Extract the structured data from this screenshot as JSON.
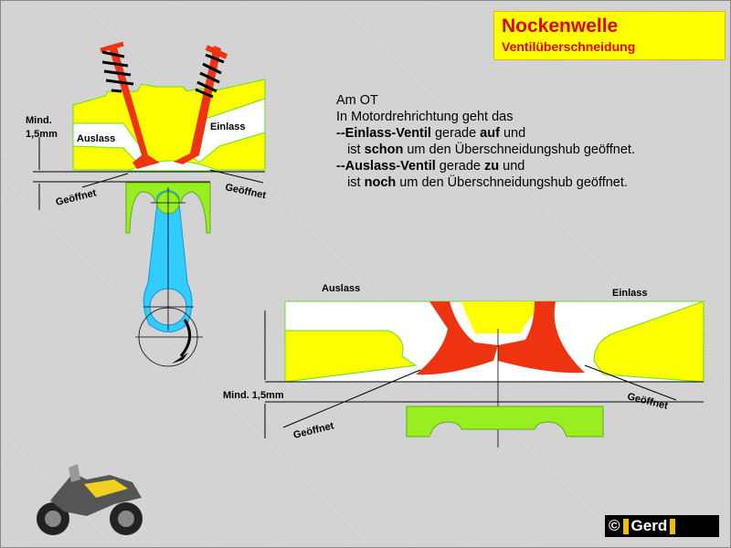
{
  "title": "Nockenwelle",
  "subtitle": "Ventilüberschneidung",
  "description": {
    "line1": "Am OT",
    "line2": "In Motordrehrichtung geht das",
    "line3_bold": "--Einlass-Ventil",
    "line3_mid": " gerade ",
    "line3_bold2": "auf",
    "line3_end": " und",
    "line4_pre": "   ist ",
    "line4_bold": "schon",
    "line4_end": " um den Überschneidungshub geöffnet.",
    "line5_bold": "--Auslass-Ventil",
    "line5_mid": " gerade ",
    "line5_bold2": "zu",
    "line5_end": " und",
    "line6_pre": "   ist ",
    "line6_bold": "noch",
    "line6_end": " um den Überschneidungshub geöffnet."
  },
  "top_diagram": {
    "min_label_1": "Mind.",
    "min_label_2": "1,5mm",
    "exhaust": "Auslass",
    "intake": "Einlass",
    "opened_left": "Geöffnet",
    "opened_right": "Geöffnet"
  },
  "bottom_diagram": {
    "exhaust": "Auslass",
    "intake": "Einlass",
    "min_label": "Mind. 1,5mm",
    "opened_left": "Geöffnet",
    "opened_right": "Geöffnet"
  },
  "logo": {
    "copyright": "©",
    "name": "Gerd"
  },
  "colors": {
    "yellow": "#ffff00",
    "red": "#ee3311",
    "green": "#99ee22",
    "blue": "#33ccff"
  }
}
